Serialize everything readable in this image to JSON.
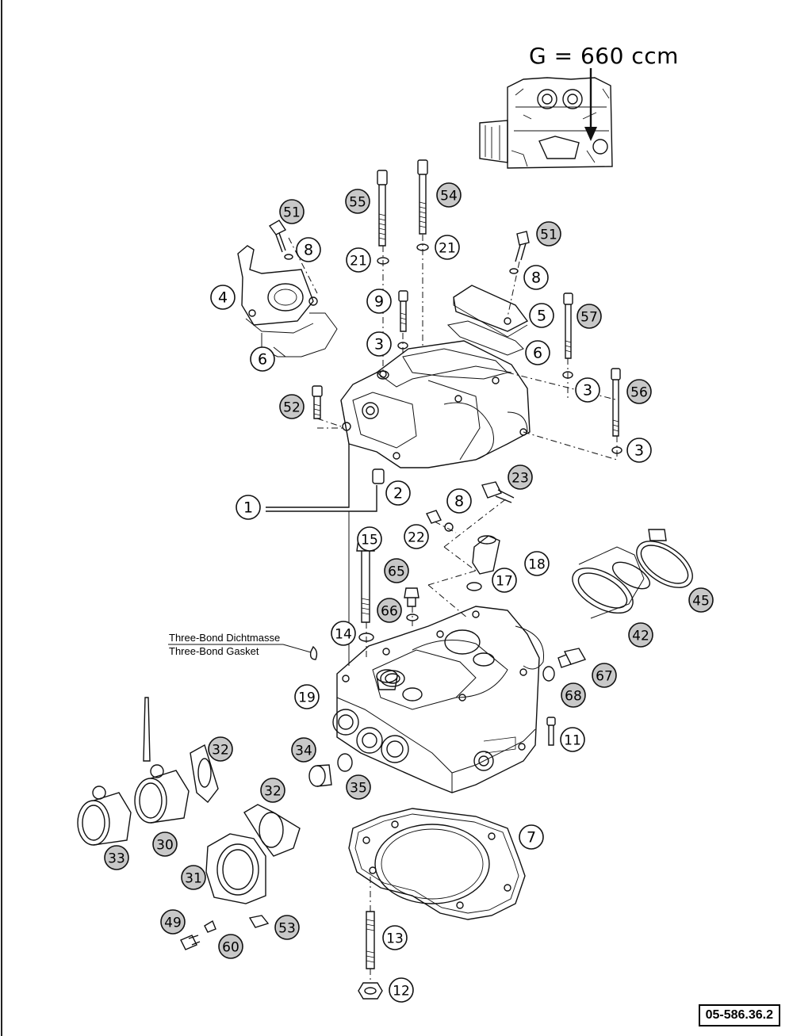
{
  "variant_label": "G = 660 ccm",
  "doc_number": "05-586.36.2",
  "notes": {
    "sealant_de": "Three-Bond Dichtmasse",
    "sealant_en": "Three-Bond Gasket"
  },
  "callouts": [
    {
      "id": "c1",
      "num": "1",
      "filled": false
    },
    {
      "id": "c2",
      "num": "2",
      "filled": false
    },
    {
      "id": "c3a",
      "num": "3",
      "filled": false
    },
    {
      "id": "c3b",
      "num": "3",
      "filled": false
    },
    {
      "id": "c3c",
      "num": "3",
      "filled": false
    },
    {
      "id": "c4",
      "num": "4",
      "filled": false
    },
    {
      "id": "c5",
      "num": "5",
      "filled": false
    },
    {
      "id": "c6a",
      "num": "6",
      "filled": false
    },
    {
      "id": "c6b",
      "num": "6",
      "filled": false
    },
    {
      "id": "c7",
      "num": "7",
      "filled": false
    },
    {
      "id": "c8a",
      "num": "8",
      "filled": false
    },
    {
      "id": "c8b",
      "num": "8",
      "filled": false
    },
    {
      "id": "c8c",
      "num": "8",
      "filled": false
    },
    {
      "id": "c9",
      "num": "9",
      "filled": false
    },
    {
      "id": "c11",
      "num": "11",
      "filled": false
    },
    {
      "id": "c12",
      "num": "12",
      "filled": false
    },
    {
      "id": "c13",
      "num": "13",
      "filled": false
    },
    {
      "id": "c14",
      "num": "14",
      "filled": false
    },
    {
      "id": "c15",
      "num": "15",
      "filled": false
    },
    {
      "id": "c17",
      "num": "17",
      "filled": false
    },
    {
      "id": "c18",
      "num": "18",
      "filled": false
    },
    {
      "id": "c19",
      "num": "19",
      "filled": false
    },
    {
      "id": "c21a",
      "num": "21",
      "filled": false
    },
    {
      "id": "c21b",
      "num": "21",
      "filled": false
    },
    {
      "id": "c22",
      "num": "22",
      "filled": false
    },
    {
      "id": "c23",
      "num": "23",
      "filled": true
    },
    {
      "id": "c30",
      "num": "30",
      "filled": true
    },
    {
      "id": "c31",
      "num": "31",
      "filled": true
    },
    {
      "id": "c32a",
      "num": "32",
      "filled": true
    },
    {
      "id": "c32b",
      "num": "32",
      "filled": true
    },
    {
      "id": "c33",
      "num": "33",
      "filled": true
    },
    {
      "id": "c34",
      "num": "34",
      "filled": true
    },
    {
      "id": "c35",
      "num": "35",
      "filled": true
    },
    {
      "id": "c42",
      "num": "42",
      "filled": true
    },
    {
      "id": "c45",
      "num": "45",
      "filled": true
    },
    {
      "id": "c49",
      "num": "49",
      "filled": true
    },
    {
      "id": "c51a",
      "num": "51",
      "filled": true
    },
    {
      "id": "c51b",
      "num": "51",
      "filled": true
    },
    {
      "id": "c52",
      "num": "52",
      "filled": true
    },
    {
      "id": "c53",
      "num": "53",
      "filled": true
    },
    {
      "id": "c54",
      "num": "54",
      "filled": true
    },
    {
      "id": "c55",
      "num": "55",
      "filled": true
    },
    {
      "id": "c56",
      "num": "56",
      "filled": true
    },
    {
      "id": "c57",
      "num": "57",
      "filled": true
    },
    {
      "id": "c60",
      "num": "60",
      "filled": true
    },
    {
      "id": "c65",
      "num": "65",
      "filled": true
    },
    {
      "id": "c66",
      "num": "66",
      "filled": true
    },
    {
      "id": "c67",
      "num": "67",
      "filled": true
    },
    {
      "id": "c68",
      "num": "68",
      "filled": true
    }
  ]
}
